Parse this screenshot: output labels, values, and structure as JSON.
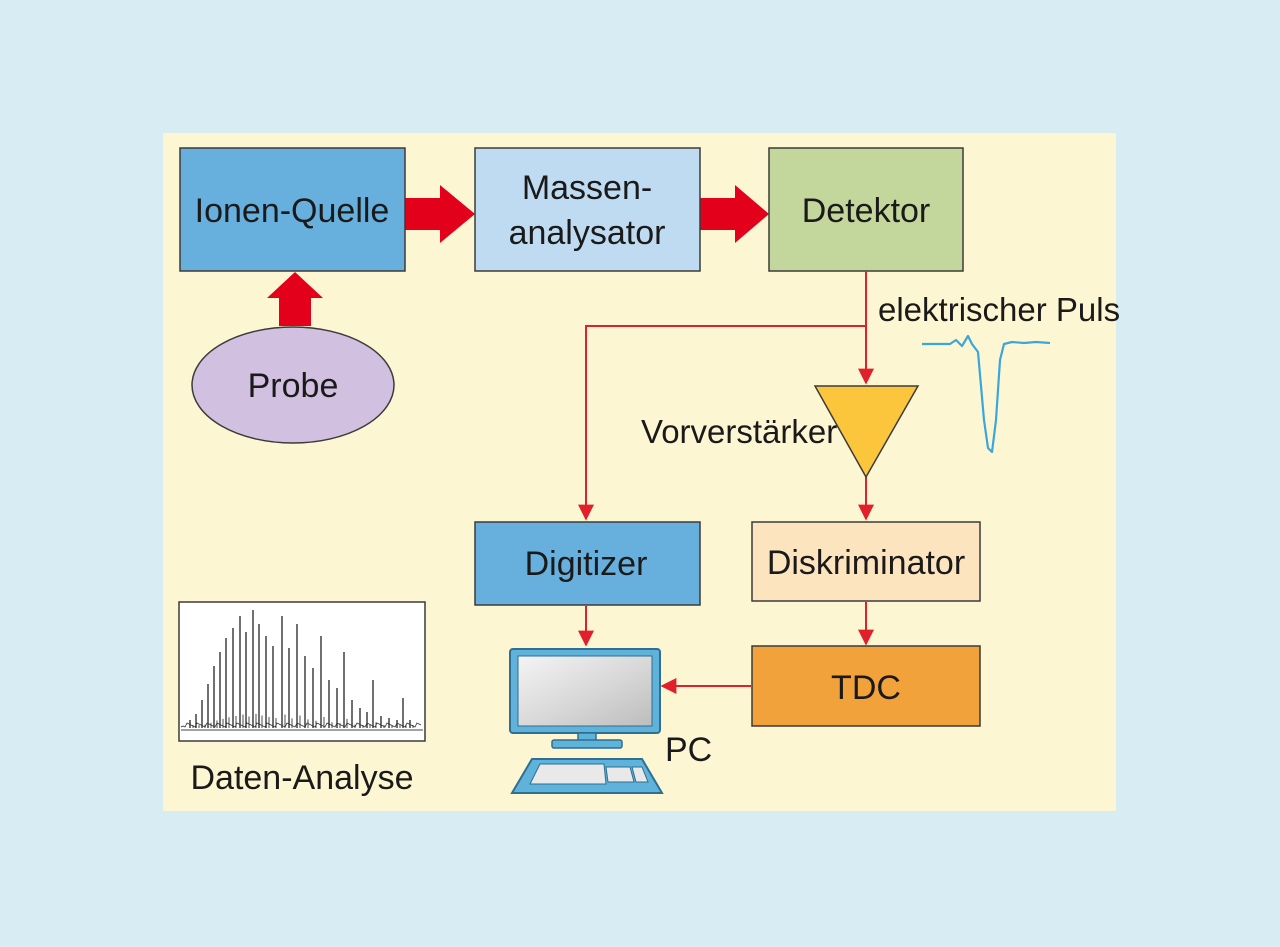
{
  "colors": {
    "page_bg": "#d8ecf3",
    "panel_bg": "#fdf6d3",
    "arrow_red": "#e3001b",
    "line_red": "#e0202a",
    "box_blue": "#67b0dd",
    "box_lightblue": "#bfdbf1",
    "box_green": "#c3d69b",
    "box_peach": "#fce4bf",
    "box_orange": "#f2a23a",
    "ellipse_purple": "#d1c0e0",
    "amp_yellow": "#fbc53c",
    "pulse_blue": "#3aa7dc"
  },
  "nodes": {
    "ion_source": "Ionen-Quelle",
    "mass_analyzer_line1": "Massen-",
    "mass_analyzer_line2": "analysator",
    "detector": "Detektor",
    "sample": "Probe",
    "digitizer": "Digitizer",
    "discriminator": "Diskriminator",
    "tdc": "TDC"
  },
  "labels": {
    "pulse": "elektrischer Puls",
    "preamp": "Vorverstärker",
    "pc": "PC",
    "data_analysis": "Daten-Analyse"
  },
  "icons": [
    "computer-icon",
    "mass-spectrum-thumbnail",
    "pulse-waveform",
    "amplifier-triangle"
  ]
}
